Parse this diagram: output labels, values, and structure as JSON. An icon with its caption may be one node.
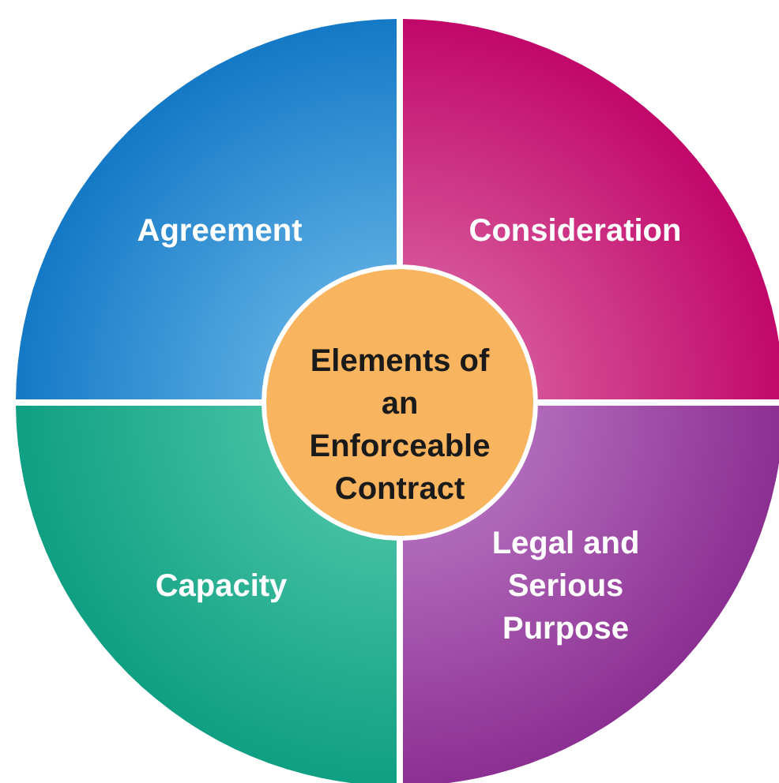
{
  "diagram": {
    "nodes": [
      {
        "text": [
          "Agreement"
        ]
      },
      {
        "text": [
          "Consideration"
        ]
      },
      {
        "text": [
          "Elements of an Enforceable Contract"
        ]
      },
      {
        "text": [
          "Capacity"
        ]
      },
      {
        "text": [
          "Legal and Serious Purpose"
        ]
      }
    ]
  }
}
